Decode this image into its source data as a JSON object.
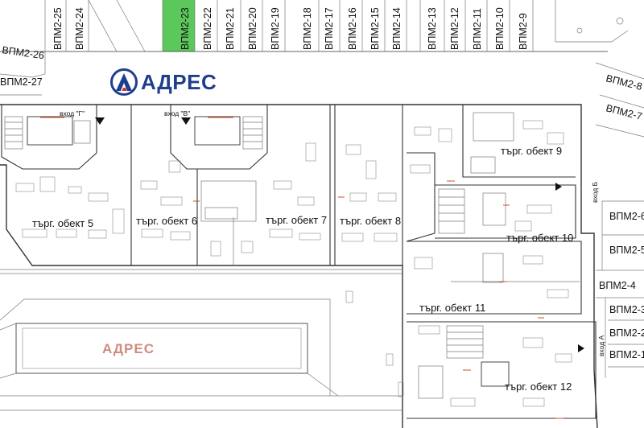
{
  "brand": {
    "name": "АДРЕС",
    "watermark": "АДРЕС",
    "color": "#1f3e8e",
    "accent_color": "#d8342a",
    "watermark_color": "#c9806f"
  },
  "parking": {
    "top_row": [
      "ВПМ2-25",
      "ВПМ2-24",
      "ВПМ2-23",
      "ВПМ2-22",
      "ВПМ2-21",
      "ВПМ2-20",
      "ВПМ2-19",
      "ВПМ2-18",
      "ВПМ2-17",
      "ВПМ2-16",
      "ВПМ2-15",
      "ВПМ2-14",
      "ВПМ2-13",
      "ВПМ2-12",
      "ВПМ2-11",
      "ВПМ2-10",
      "ВПМ2-9"
    ],
    "highlighted": "ВПМ2-23",
    "highlight_color": "#5cc85c",
    "left_side": [
      "ВПМ2-26",
      "ВПМ2-27"
    ],
    "right_top": [
      "ВПМ2-8",
      "ВПМ2-7"
    ],
    "right_side": [
      "ВПМ2-6",
      "ВПМ2-5",
      "ВПМ2-4",
      "ВПМ2-3",
      "ВПМ2-2",
      "ВПМ2-1"
    ]
  },
  "entrances": {
    "g": "вход \"Г\"",
    "v": "вход \"В\"",
    "b": "вход Б",
    "a": "вход А"
  },
  "units": {
    "u5": "търг. обект 5",
    "u6": "търг. обект 6",
    "u7": "търг. обект 7",
    "u8": "търг. обект 8",
    "u9": "търг. обект 9",
    "u10": "търг. обект 10",
    "u11": "търг. обект 11",
    "u12": "търг. обект 12"
  }
}
